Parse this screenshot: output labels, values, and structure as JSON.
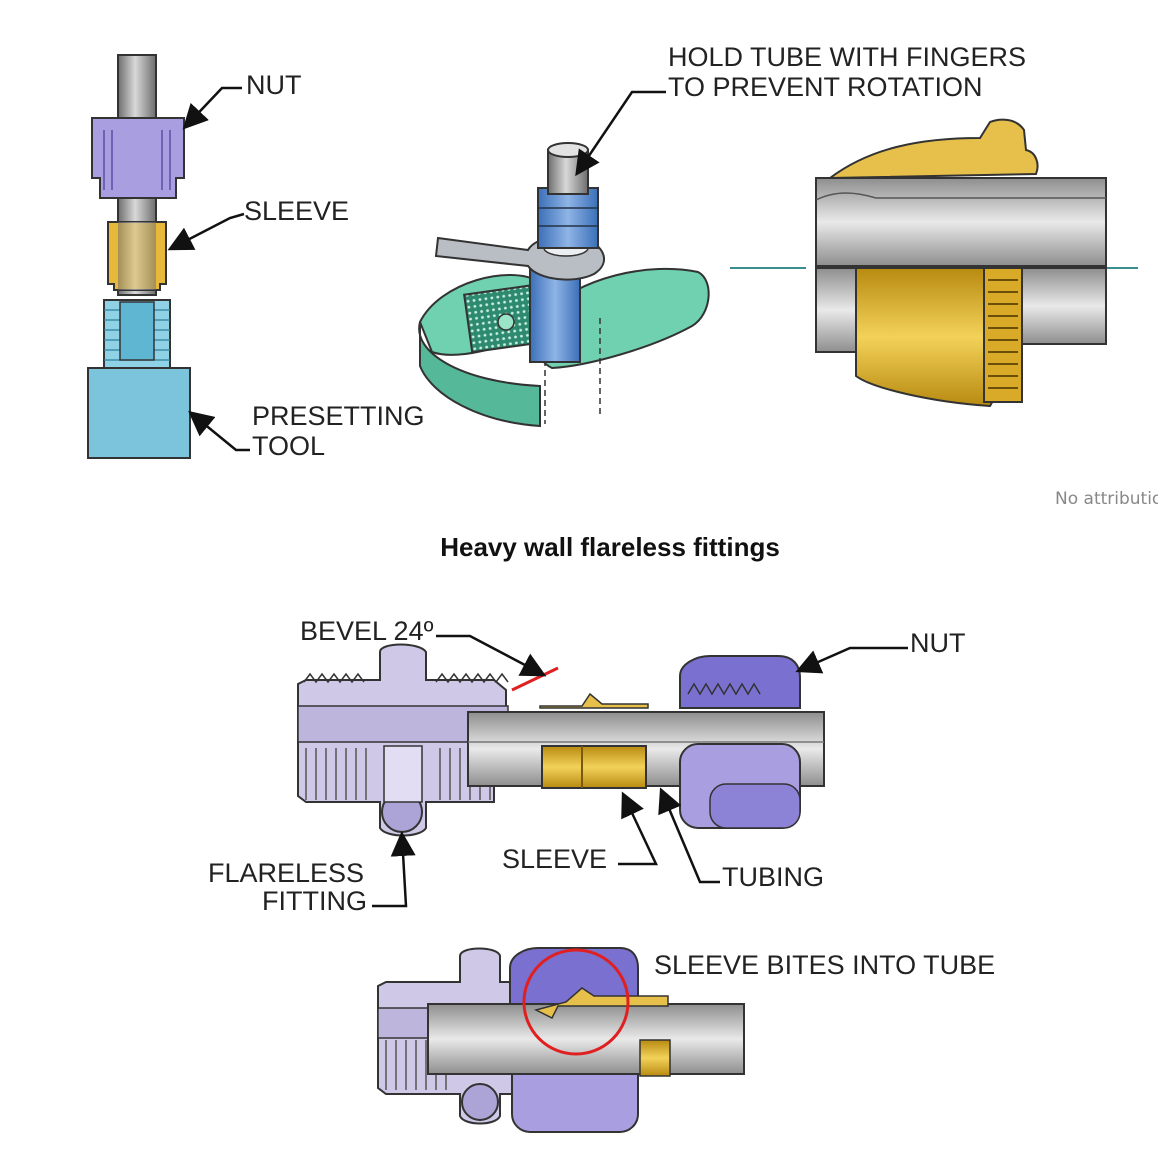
{
  "top_figure": {
    "labels": {
      "nut": "NUT",
      "sleeve": "SLEEVE",
      "presetting_tool_line1": "PRESETTING",
      "presetting_tool_line2": "TOOL",
      "hold_tube_line1": "HOLD TUBE WITH FINGERS",
      "hold_tube_line2": "TO PREVENT ROTATION"
    }
  },
  "attribution": "No attribution",
  "caption": "Heavy wall flareless fittings",
  "bottom_figure": {
    "labels": {
      "bevel": "BEVEL 24º",
      "nut": "NUT",
      "flareless_line1": "FLARELESS",
      "flareless_line2": "FITTING",
      "sleeve": "SLEEVE",
      "tubing": "TUBING",
      "sleeve_bites": "SLEEVE BITES INTO TUBE"
    }
  },
  "colors": {
    "nut": "#a89ee0",
    "sleeve": "#e6c04a",
    "tube": "#c8c8c8",
    "tool": "#7cc4dc",
    "vise": "#6fd1b0",
    "fitting": "#cfc8e6",
    "highlight": "#e02020"
  }
}
